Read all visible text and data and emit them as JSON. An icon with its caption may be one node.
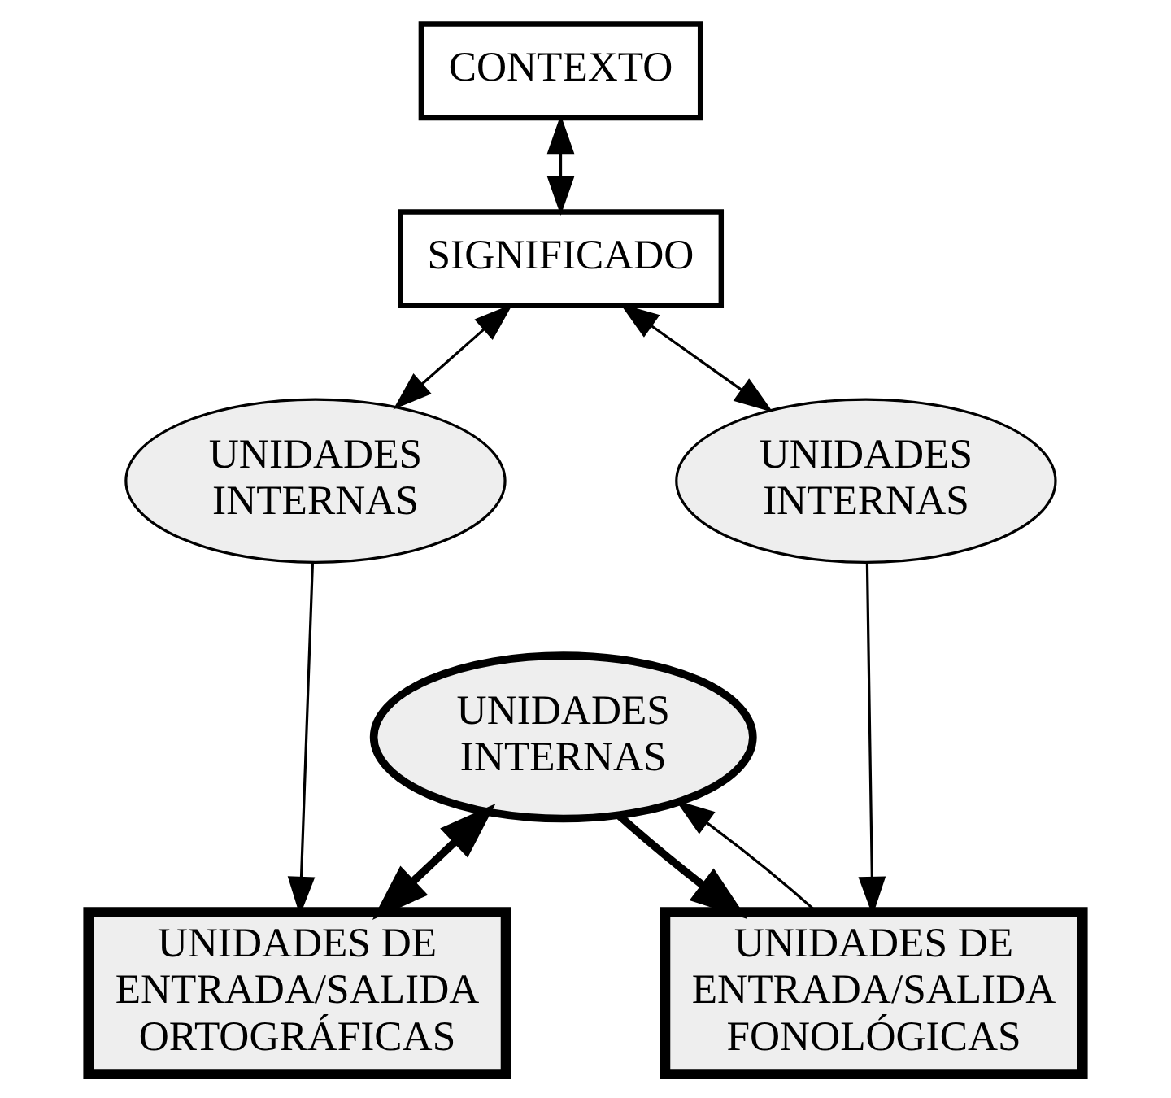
{
  "diagram": {
    "nodes": [
      {
        "text": [
          "CONTEXTO"
        ]
      },
      {
        "text": [
          "SIGNIFICADO"
        ]
      },
      {
        "text": [
          "UNIDADES INTERNAS"
        ]
      },
      {
        "text": [
          "UNIDADES INTERNAS"
        ]
      },
      {
        "text": [
          "UNIDADES INTERNAS"
        ]
      },
      {
        "text": [
          "UNIDADES DE ENTRADA/SALIDA ORTOGRÁFICAS"
        ]
      },
      {
        "text": [
          "UNIDADES DE ENTRADA/SALIDA FONOLÓGICAS"
        ]
      }
    ],
    "edges": [
      {
        "from": 0,
        "to": 1,
        "arrow": "both"
      },
      {
        "from": 1,
        "to": 2,
        "arrow": "both"
      },
      {
        "from": 1,
        "to": 3,
        "arrow": "both"
      },
      {
        "from": 2,
        "to": 5,
        "arrow": "to"
      },
      {
        "from": 4,
        "to": 5,
        "arrow": "both",
        "style": "thick"
      },
      {
        "from": 4,
        "to": 6,
        "arrow": "to",
        "style": "thick"
      },
      {
        "from": 6,
        "to": 4,
        "arrow": "to"
      },
      {
        "from": 3,
        "to": 6,
        "arrow": "to"
      }
    ]
  }
}
